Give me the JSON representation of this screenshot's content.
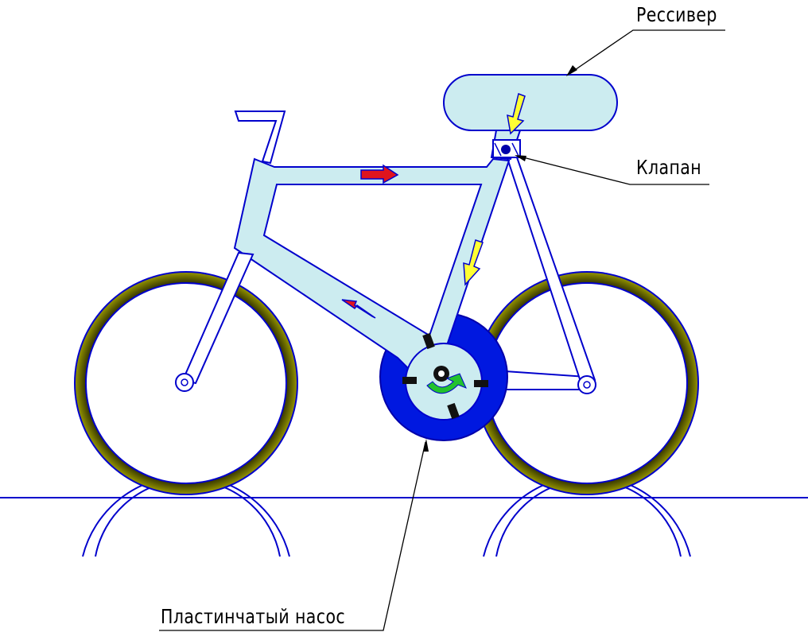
{
  "labels": {
    "receiver": "Рессивер",
    "valve": "Клапан",
    "pump": "Пластинчатый насос"
  },
  "colors": {
    "outline": "#0000cc",
    "frame_fill": "#ccecf0",
    "tire_outer": "#808000",
    "tire_inner": "#1a1a00",
    "hub_ring": "#0018e0",
    "flow_arrow": "#e0141e",
    "down_arrow": "#ffff33",
    "rotation_arrow": "#22c22e",
    "leader_line": "#000000"
  },
  "icons": {
    "flow": "red-flow-arrow",
    "valve": "check-valve-icon",
    "rotation": "rotation-arrow-icon"
  }
}
